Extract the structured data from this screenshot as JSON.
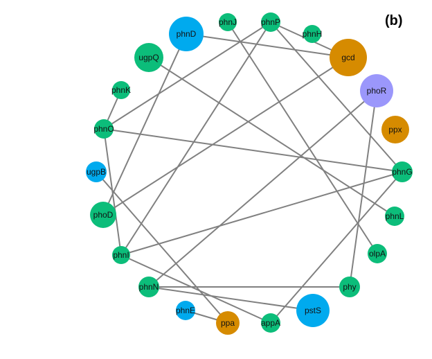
{
  "panel_label": "(b)",
  "colors": {
    "green": "#0cbd7a",
    "blue": "#00aaee",
    "orange": "#d68b00",
    "purple": "#9b97fb",
    "edge": "#808080"
  },
  "nodes": [
    {
      "id": "phnJ",
      "group": "green"
    },
    {
      "id": "phnP",
      "group": "green"
    },
    {
      "id": "phnH",
      "group": "green"
    },
    {
      "id": "phnD",
      "group": "blue"
    },
    {
      "id": "ugpQ",
      "group": "green"
    },
    {
      "id": "gcd",
      "group": "orange"
    },
    {
      "id": "phoR",
      "group": "purple"
    },
    {
      "id": "phnK",
      "group": "green"
    },
    {
      "id": "ppx",
      "group": "orange"
    },
    {
      "id": "phnO",
      "group": "green"
    },
    {
      "id": "ugpB",
      "group": "blue"
    },
    {
      "id": "phnG",
      "group": "green"
    },
    {
      "id": "phoD",
      "group": "green"
    },
    {
      "id": "phnL",
      "group": "green"
    },
    {
      "id": "olpA",
      "group": "green"
    },
    {
      "id": "phnI",
      "group": "green"
    },
    {
      "id": "phnN",
      "group": "green"
    },
    {
      "id": "phy",
      "group": "green"
    },
    {
      "id": "pstS",
      "group": "blue"
    },
    {
      "id": "phnE",
      "group": "blue"
    },
    {
      "id": "ppa",
      "group": "orange"
    },
    {
      "id": "appA",
      "group": "green"
    }
  ],
  "edges": [
    [
      "phnD",
      "gcd"
    ],
    [
      "phnD",
      "phoD"
    ],
    [
      "phnP",
      "gcd"
    ],
    [
      "phnP",
      "phnO"
    ],
    [
      "phnP",
      "phnI"
    ],
    [
      "phnP",
      "phnG"
    ],
    [
      "phnJ",
      "olpA"
    ],
    [
      "ugpQ",
      "phnL"
    ],
    [
      "gcd",
      "phoD"
    ],
    [
      "phoR",
      "phnN"
    ],
    [
      "phoR",
      "phy"
    ],
    [
      "phnK",
      "phnO"
    ],
    [
      "phnO",
      "phnG"
    ],
    [
      "phnO",
      "phnI"
    ],
    [
      "ugpB",
      "ppa"
    ],
    [
      "phnI",
      "phnG"
    ],
    [
      "phnI",
      "appA"
    ],
    [
      "phnN",
      "phy"
    ],
    [
      "phnN",
      "pstS"
    ],
    [
      "appA",
      "phnG"
    ],
    [
      "ppa",
      "phnE"
    ]
  ]
}
